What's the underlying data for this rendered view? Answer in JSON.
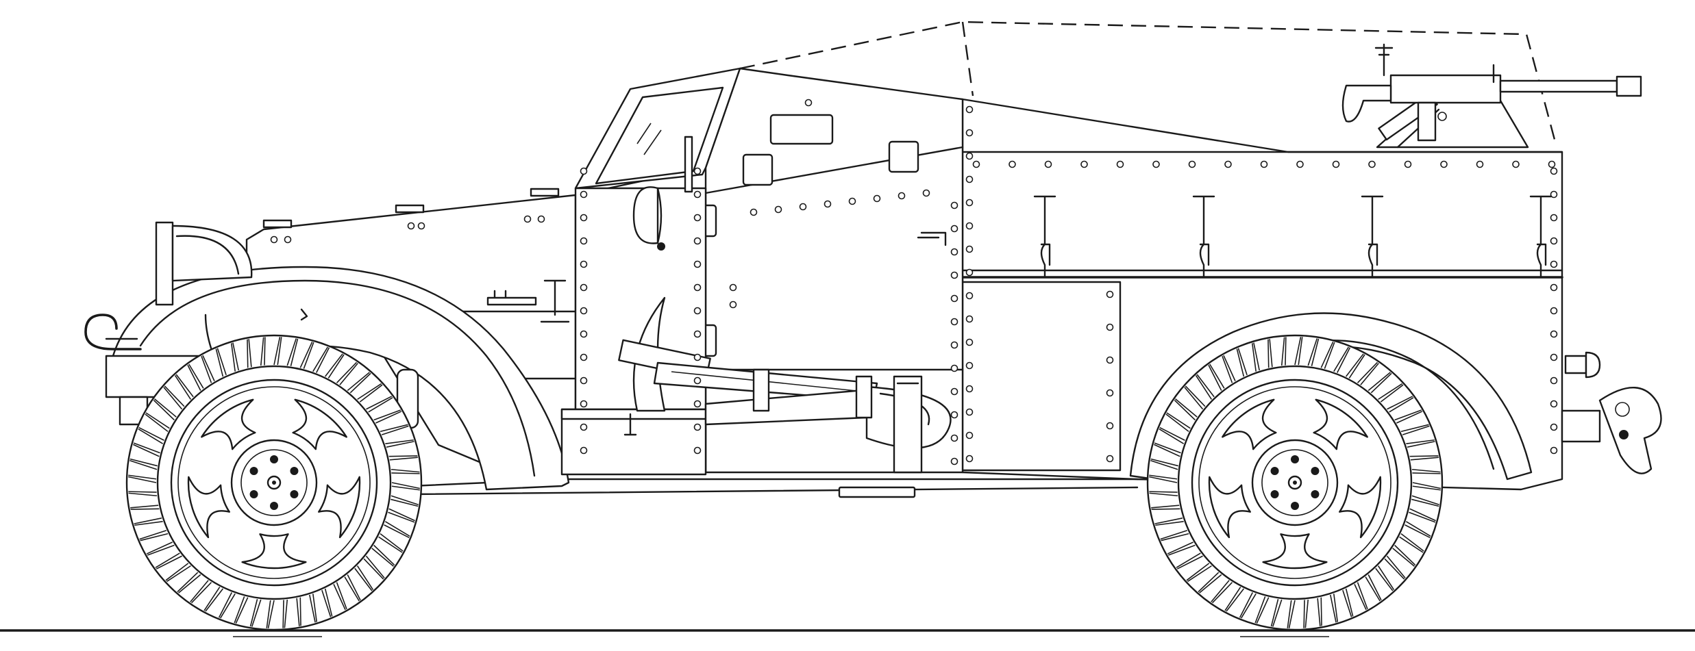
{
  "drawing": {
    "subject": "armored-scout-car-side-view",
    "line_color": "#1a1a1a",
    "background_color": "#ffffff",
    "components": [
      "ground-line",
      "canvas-top-outline",
      "front-fender",
      "rear-fender",
      "hood",
      "windshield",
      "headlight",
      "front-bumper",
      "tow-hook",
      "cab-door",
      "hull-side",
      "tool-box",
      "pickaxe",
      "shovel",
      "machine-gun",
      "machine-gun-mount",
      "front-wheel",
      "rear-wheel",
      "tow-pintle",
      "tail-light"
    ]
  }
}
